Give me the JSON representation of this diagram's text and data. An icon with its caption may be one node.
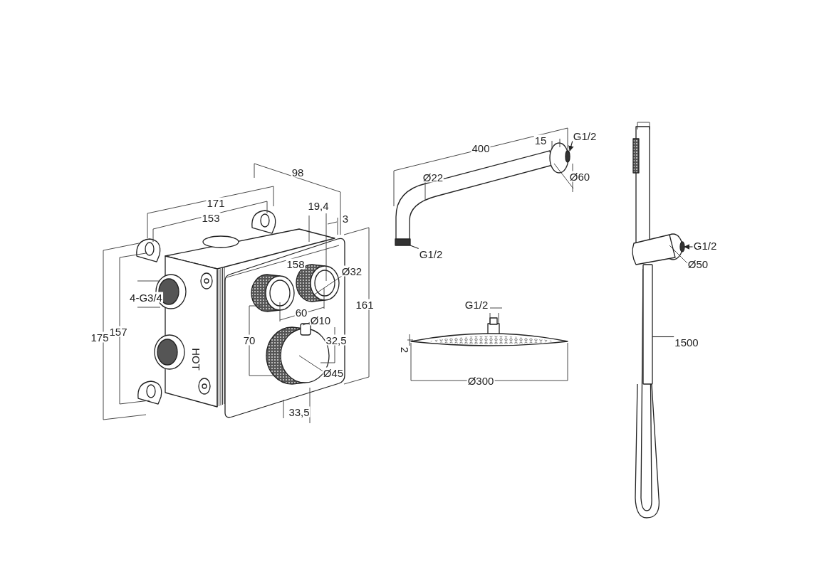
{
  "diagram": {
    "nodes": [
      {
        "text": [
          "G1/2"
        ]
      },
      {
        "text": [
          "G1/2"
        ]
      },
      {
        "text": [
          "G1/2"
        ]
      },
      {
        "text": [
          "1500"
        ]
      },
      {
        "text": [],
        "shape": "circle"
      },
      {
        "text": [],
        "shape": "box"
      },
      {
        "text": [],
        "shape": "circle"
      },
      {
        "text": [],
        "shape": "bar"
      }
    ],
    "edges": [
      {
        "from": 0,
        "to": 4,
        "arrow": "to"
      },
      {
        "from": 1,
        "to": 5,
        "arrow": "none"
      },
      {
        "from": 2,
        "to": 6,
        "arrow": "to"
      },
      {
        "from": 3,
        "to": 7,
        "arrow": "none"
      }
    ],
    "labels": [
      "98",
      "171",
      "19,4",
      "3",
      "153",
      "158",
      "Ø32",
      "4-G3/4",
      "161",
      "60",
      "Ø10",
      "70",
      "32,5",
      "175",
      "157",
      "HOT",
      "Ø45",
      "33,5",
      "400",
      "15",
      "Ø22",
      "Ø60",
      "G1/2",
      "2",
      "Ø300",
      "Ø50"
    ]
  }
}
